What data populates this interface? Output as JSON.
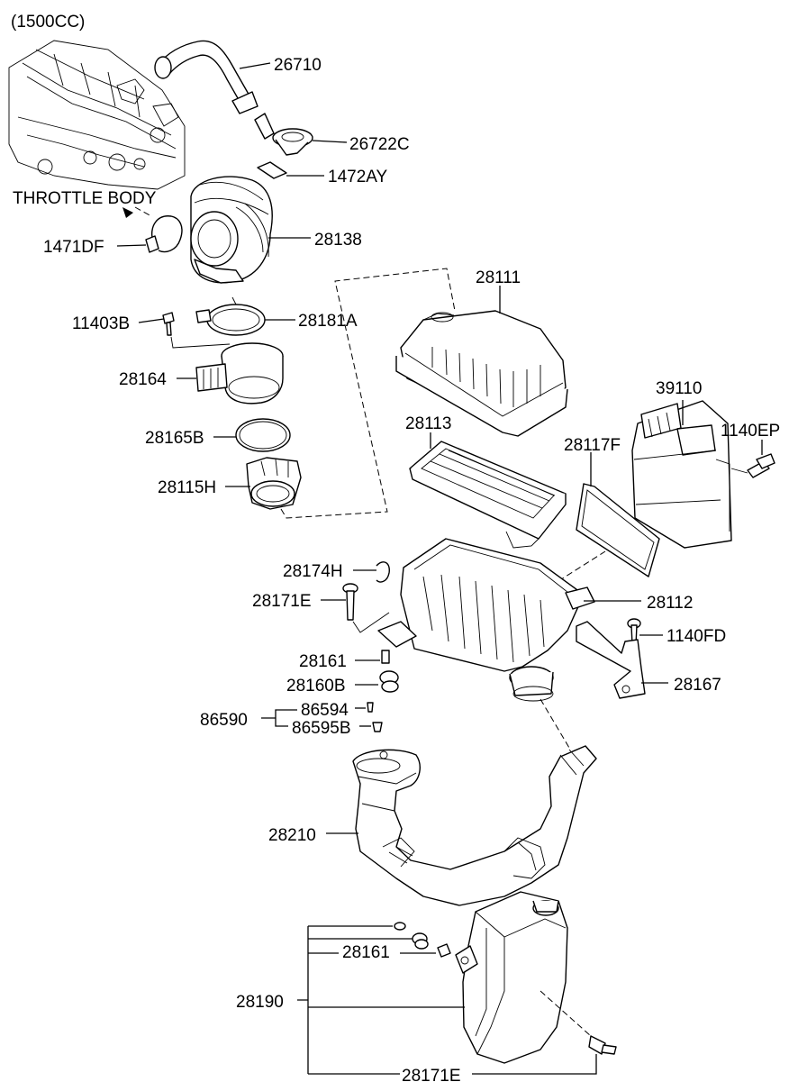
{
  "header": {
    "engine": "(1500CC)"
  },
  "notes": {
    "throttle_body": "THROTTLE BODY"
  },
  "labels": {
    "p26710": "26710",
    "p26722C": "26722C",
    "p1472AY": "1472AY",
    "p1471DF": "1471DF",
    "p28138": "28138",
    "p28111": "28111",
    "p11403B": "11403B",
    "p28181A": "28181A",
    "p28164": "28164",
    "p39110": "39110",
    "p28113": "28113",
    "p1140EP": "1140EP",
    "p28165B": "28165B",
    "p28117F": "28117F",
    "p28115H": "28115H",
    "p28174H": "28174H",
    "p28171E_a": "28171E",
    "p28112": "28112",
    "p1140FD": "1140FD",
    "p28161_a": "28161",
    "p28160B": "28160B",
    "p28167": "28167",
    "p86594": "86594",
    "p86590": "86590",
    "p86595B": "86595B",
    "p28210": "28210",
    "p28161_b": "28161",
    "p28190": "28190",
    "p28171E_b": "28171E"
  }
}
